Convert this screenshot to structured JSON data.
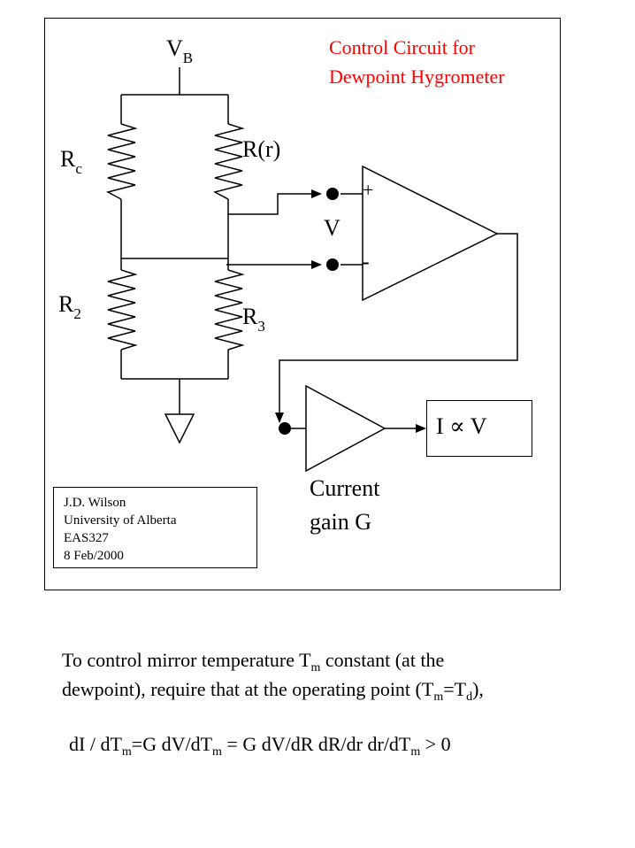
{
  "title": {
    "line1": "Control Circuit for",
    "line2": "Dewpoint Hygrometer",
    "color": "#ff0000"
  },
  "labels": {
    "vb_main": "V",
    "vb_sub": "B",
    "rc_main": "R",
    "rc_sub": "c",
    "rr": "R(r)",
    "r2_main": "R",
    "r2_sub": "2",
    "r3_main": "R",
    "r3_sub": "3",
    "v": "V",
    "plus": "+",
    "minus": "-",
    "output": "I ∝ V",
    "gain_line1": "Current",
    "gain_line2": "gain G"
  },
  "credit": {
    "line1": "J.D. Wilson",
    "line2": "University of Alberta",
    "line3": "EAS327",
    "line4": "8 Feb/2000"
  },
  "caption": {
    "l1_a": "To control mirror temperature T",
    "l1_sub": "m",
    "l1_b": " constant (at the",
    "l2_a": "dewpoint), require that at the operating point (T",
    "l2_sub1": "m",
    "l2_b": "=T",
    "l2_sub2": "d",
    "l2_c": "),",
    "l3_a": "dI / dT",
    "l3_sub1": "m",
    "l3_b": "=G dV/dT",
    "l3_sub2": "m",
    "l3_c": " = G dV/dR  dR/dr  dr/dT",
    "l3_sub3": "m",
    "l3_d": " > 0"
  }
}
